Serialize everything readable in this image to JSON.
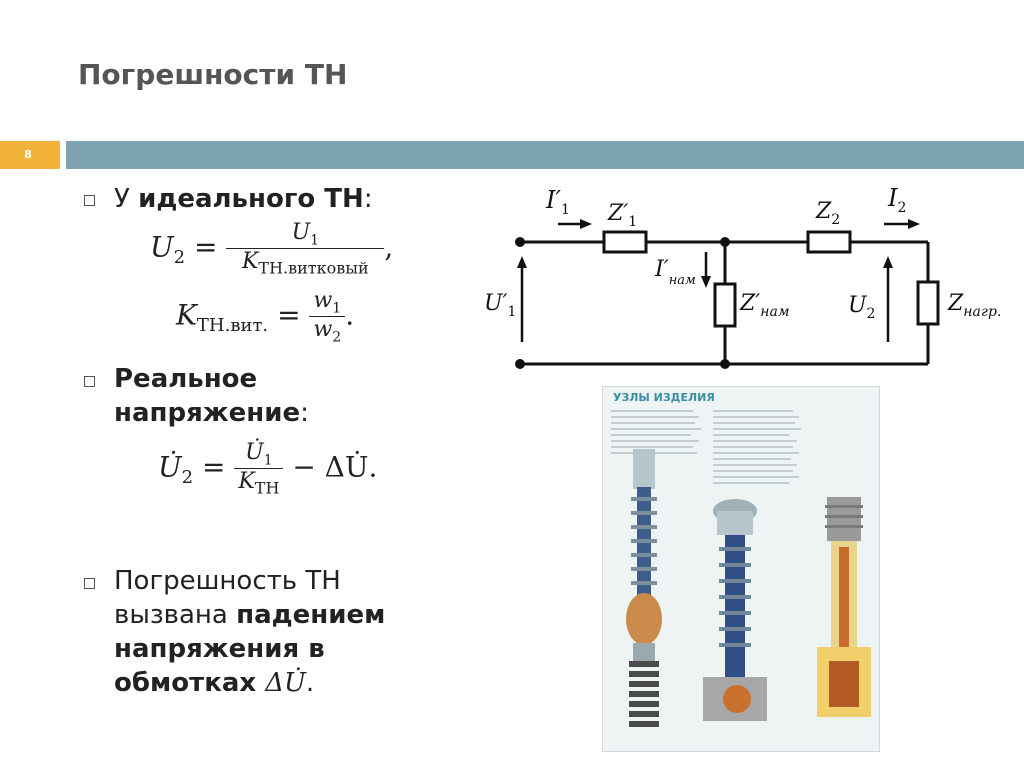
{
  "slide": {
    "title": "Погрешности ТН",
    "number": "8"
  },
  "bullets": [
    {
      "prefix": "У ",
      "bold": "идеального ТН",
      "suffix": ":"
    },
    {
      "bold": "Реальное",
      "bold2": "напряжение",
      "suffix": ":"
    },
    {
      "line1": "Погрешность ТН",
      "line2_a": "вызвана ",
      "line2_b": "падением",
      "line3": "напряжения в",
      "line4": "обмотках "
    }
  ],
  "formulas": {
    "f1_lhs": "U",
    "f1_lhs_sub": "2",
    "f1_num": "U",
    "f1_num_sub": "1",
    "f1_den": "K",
    "f1_den_sub": "ТН.витковый",
    "f2_lhs": "K",
    "f2_lhs_sub": "ТН.вит.",
    "f2_num": "w",
    "f2_num_sub": "1",
    "f2_den": "w",
    "f2_den_sub": "2",
    "f3_lhs": "U̇",
    "f3_lhs_sub": "2",
    "f3_num": "U̇",
    "f3_num_sub": "1",
    "f3_den": "K",
    "f3_den_sub": "ТН",
    "f3_tail": "− ΔU̇.",
    "f4": "ΔU̇",
    "eq": "=",
    "comma": ",",
    "dot": "."
  },
  "circuit": {
    "I1": "I",
    "I1_sub": "1",
    "Z1": "Z",
    "Z1_sub": "1",
    "Z2": "Z",
    "Z2_sub": "2",
    "I2": "I",
    "I2_sub": "2",
    "Inam": "I",
    "Inam_sub": "нам",
    "Znam": "Z",
    "Znam_sub": "нам",
    "U1": "U",
    "U1_sub": "1",
    "U2": "U",
    "U2_sub": "2",
    "Zload": "Z",
    "Zload_sub": "нагр.",
    "prime": "′"
  },
  "poster": {
    "heading": "УЗЛЫ ИЗДЕЛИЯ"
  },
  "colors": {
    "accent_orange": "#f2b33a",
    "accent_blue": "#7ea3b2",
    "title_gray": "#555555"
  }
}
